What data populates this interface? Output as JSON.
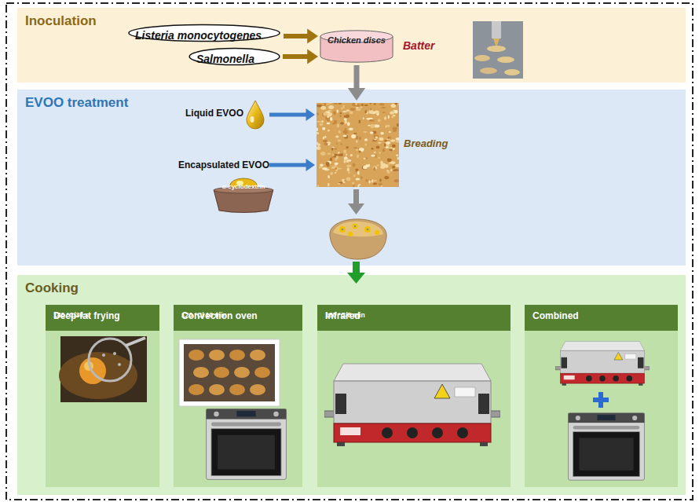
{
  "diagram": {
    "nodes": [
      {
        "text": [
          "Inoculation"
        ]
      },
      {
        "text": [
          "Listeria monocytogenes"
        ],
        "in": 0
      },
      {
        "text": [
          "Salmonella"
        ],
        "in": 0
      },
      {
        "text": [
          "Chicken discs",
          "Batter"
        ],
        "in": 0
      },
      {
        "text": [
          "EVOO treatment"
        ]
      },
      {
        "text": [
          "Liquid EVOO"
        ],
        "in": 4
      },
      {
        "text": [
          "Encapsulated EVOO"
        ],
        "in": 4
      },
      {
        "text": [
          "α-cyclodextrin"
        ],
        "in": 4
      },
      {
        "text": [
          "Breading"
        ],
        "in": 4
      },
      {
        "text": [
          "Cooking"
        ]
      },
      {
        "text": [
          "Deep-fat frying",
          "180 °C/30 s"
        ],
        "in": 9
      },
      {
        "text": [
          "Convection oven",
          "120 °C/ 10 min"
        ],
        "in": 9
      },
      {
        "text": [
          "Infrared",
          "180 °C/8 min"
        ],
        "in": 9
      },
      {
        "text": [
          "Combined"
        ],
        "in": 9
      }
    ],
    "edges": [
      {
        "from": 1,
        "to": 3,
        "arrow": "to"
      },
      {
        "from": 2,
        "to": 3,
        "arrow": "to"
      },
      {
        "from": 3,
        "to": 8,
        "arrow": "to"
      },
      {
        "from": 5,
        "to": 8,
        "arrow": "to"
      },
      {
        "from": 6,
        "to": 8,
        "arrow": "to"
      }
    ]
  }
}
